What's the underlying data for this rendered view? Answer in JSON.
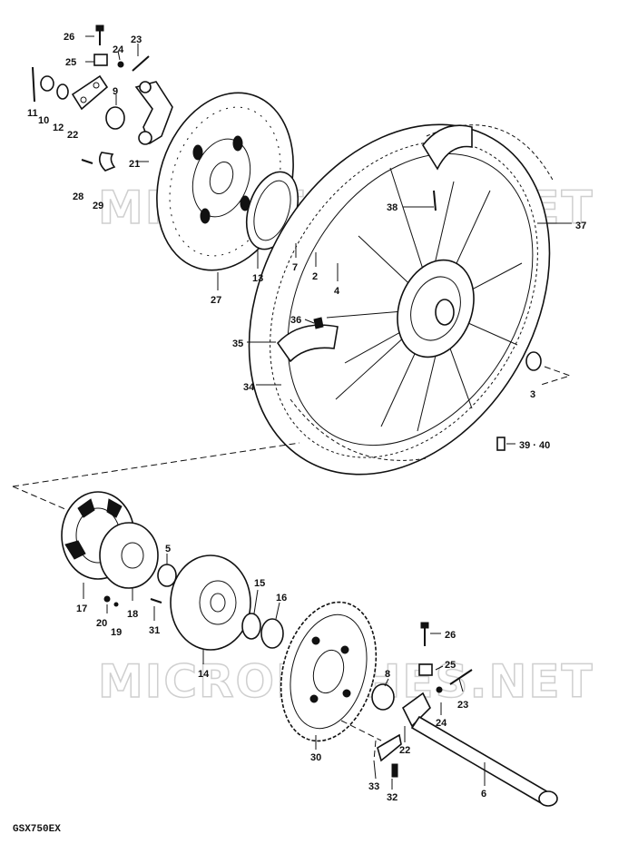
{
  "watermark_text": "MICROFICHES.NET",
  "model_code": "GSX750EX",
  "parts": {
    "p26a": "26",
    "p25a": "25",
    "p24a": "24",
    "p23a": "23",
    "p11": "11",
    "p10": "10",
    "p12": "12",
    "p22a": "22",
    "p9": "9",
    "p21": "21",
    "p28": "28",
    "p29": "29",
    "p27": "27",
    "p13": "13",
    "p7": "7",
    "p2": "2",
    "p4": "4",
    "p38": "38",
    "p37": "37",
    "p36": "36",
    "p35": "35",
    "p34": "34",
    "p3": "3",
    "p3940": "39 · 40",
    "p5": "5",
    "p17": "17",
    "p20": "20",
    "p19": "19",
    "p18": "18",
    "p31": "31",
    "p15": "15",
    "p16": "16",
    "p14": "14",
    "p26b": "26",
    "p8": "8",
    "p25b": "25",
    "p23b": "23",
    "p24b": "24",
    "p22b": "22",
    "p30": "30",
    "p33": "33",
    "p32": "32",
    "p6": "6"
  }
}
